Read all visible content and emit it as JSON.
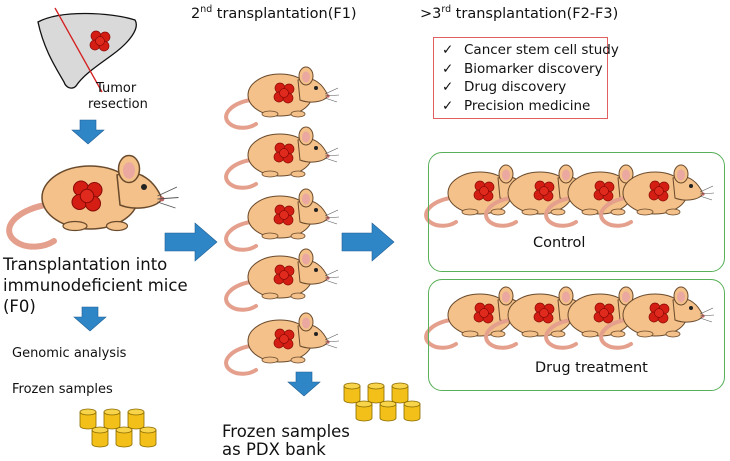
{
  "headings": {
    "f1_prefix": "2",
    "f1_sup": "nd",
    "f1_suffix": " transplantation(F1)",
    "f2_prefix": ">3",
    "f2_sup": "rd",
    "f2_suffix": " transplantation(F2-F3)"
  },
  "labels": {
    "tumor_resection_line1": "Tumor",
    "tumor_resection_line2": "resection",
    "transplant_line1": "Transplantation into",
    "transplant_line2": "immunodeficient mice",
    "transplant_line3": "(F0)",
    "genomic_analysis": "Genomic analysis",
    "frozen_samples": "Frozen samples",
    "pdx_bank_line1": "Frozen samples",
    "pdx_bank_line2": "as PDX bank",
    "control_group": "Control",
    "drug_group": "Drug treatment"
  },
  "applications": {
    "check_glyph": "✓",
    "items": [
      "Cancer stem cell study",
      "Biomarker discovery",
      "Drug discovery",
      "Precision medicine"
    ]
  },
  "colors": {
    "mouse_body": "#f3c189",
    "mouse_outline": "#6a4a2c",
    "tail": "#e4a08c",
    "tumor": "#d41e14",
    "arrow": "#2f86c6",
    "cylinder": "#f2c018",
    "liver": "#d9d9d9",
    "box_red": "#e06060",
    "box_green": "#58b058"
  },
  "icons": [
    "liver-icon",
    "mouse-icon",
    "tumor-icon",
    "arrow-down-icon",
    "arrow-right-icon",
    "sample-cylinder-icon"
  ]
}
